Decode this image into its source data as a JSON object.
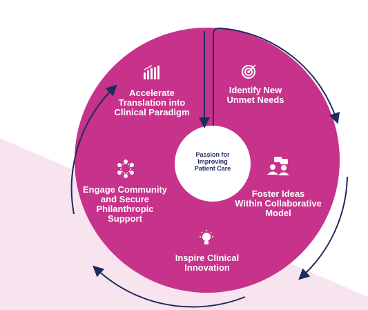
{
  "colors": {
    "circle": "#c7338b",
    "arrow": "#1f2a5e",
    "band": "#f7e4ef",
    "text": "#ffffff",
    "center_text": "#1f2a5e"
  },
  "center": {
    "text": "Passion for\nImproving\nPatient Care"
  },
  "steps": [
    {
      "label": "Identify New\nUnmet Needs",
      "icon": "target-icon"
    },
    {
      "label": "Foster Ideas\nWithin Collaborative\nModel",
      "icon": "people-chat-icon"
    },
    {
      "label": "Inspire Clinical\nInnovation",
      "icon": "lightbulb-icon"
    },
    {
      "label": "Engage Community\nand Secure\nPhilanthropic\nSupport",
      "icon": "network-icon"
    },
    {
      "label": "Accelerate\nTranslation into\nClinical Paradigm",
      "icon": "growth-chart-icon"
    }
  ]
}
